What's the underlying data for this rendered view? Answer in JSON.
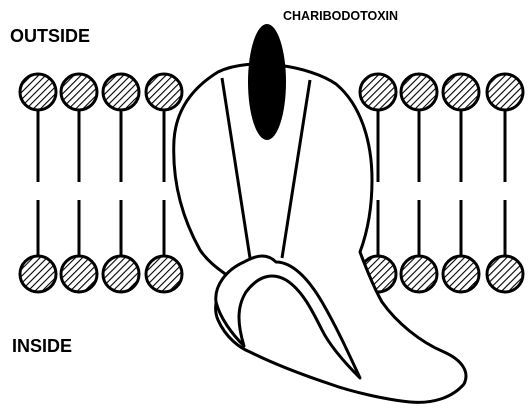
{
  "labels": {
    "outside": "OUTSIDE",
    "inside": "INSIDE",
    "toxin": "CHARIBODOTOXIN"
  },
  "colors": {
    "ink": "#000000",
    "background": "#ffffff"
  }
}
